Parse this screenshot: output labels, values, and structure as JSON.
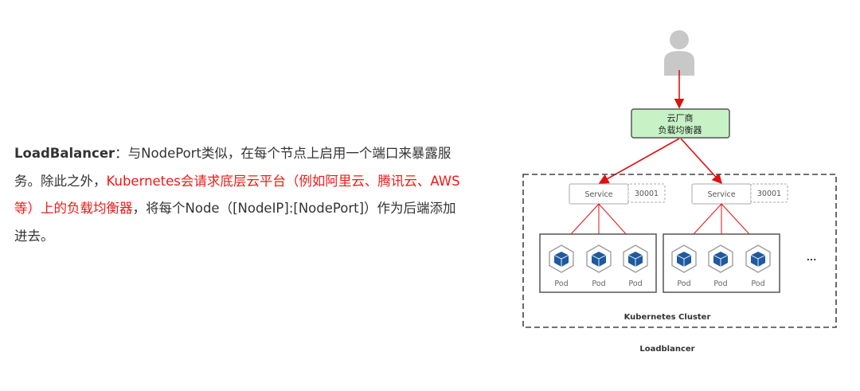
{
  "paragraph": {
    "term": "LoadBalancer",
    "part1": "：与NodePort类似，在每个节点上启用一个端口来暴露服务。除此之外，",
    "highlight": "Kubernetes会请求底层云平台（例如阿里云、腾讯云、AWS等）上的负载均衡器",
    "part2": "，将每个Node（[NodeIP]:[NodePort]）作为后端添加进去。"
  },
  "diagram": {
    "lb_line1": "云厂商",
    "lb_line2": "负载均衡器",
    "services": [
      {
        "label": "Service",
        "port": "30001"
      },
      {
        "label": "Service",
        "port": "30001"
      }
    ],
    "pod_label": "Pod",
    "ellipsis": "...",
    "cluster_label": "Kubernetes Cluster",
    "caption": "Loadblancer",
    "colors": {
      "arrow": "#e01010",
      "lb_fill": "#c6f2c6",
      "pod_cube": "#1d5aa0",
      "highlight": "#f01818"
    }
  }
}
